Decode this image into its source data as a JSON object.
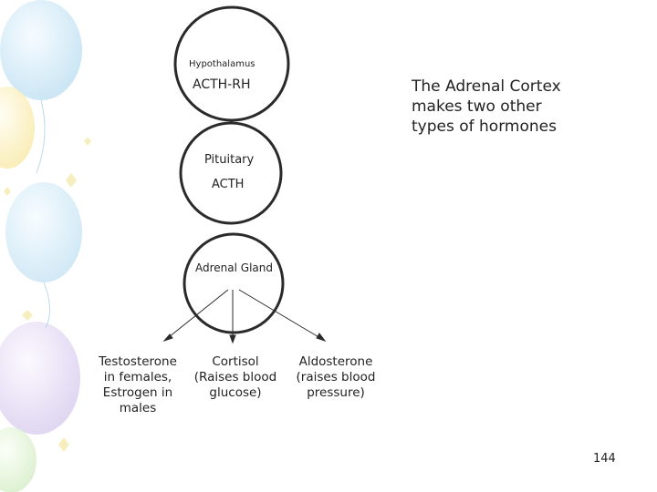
{
  "diagram": {
    "hypothalamus": {
      "title": "Hypothalamus",
      "hormone": "ACTH-RH"
    },
    "pituitary": {
      "title": "Pituitary",
      "hormone": "ACTH"
    },
    "adrenal": {
      "title": "Adrenal Gland"
    },
    "caption_lines": [
      "The Adrenal Cortex",
      "makes two other",
      "types of hormones"
    ],
    "products": [
      {
        "lines": [
          "Testosterone",
          "in females,",
          "Estrogen in",
          "males"
        ]
      },
      {
        "lines": [
          "Cortisol",
          "(Raises blood",
          "glucose)"
        ]
      },
      {
        "lines": [
          "Aldosterone",
          "(raises blood",
          "pressure)"
        ]
      }
    ]
  },
  "slide": {
    "page_number": "144"
  },
  "colors": {
    "balloon_blue": "#cfe8f5",
    "balloon_yellow": "#fdf2c4",
    "balloon_purple": "#e3d9f2",
    "balloon_green": "#e3f3d8"
  }
}
